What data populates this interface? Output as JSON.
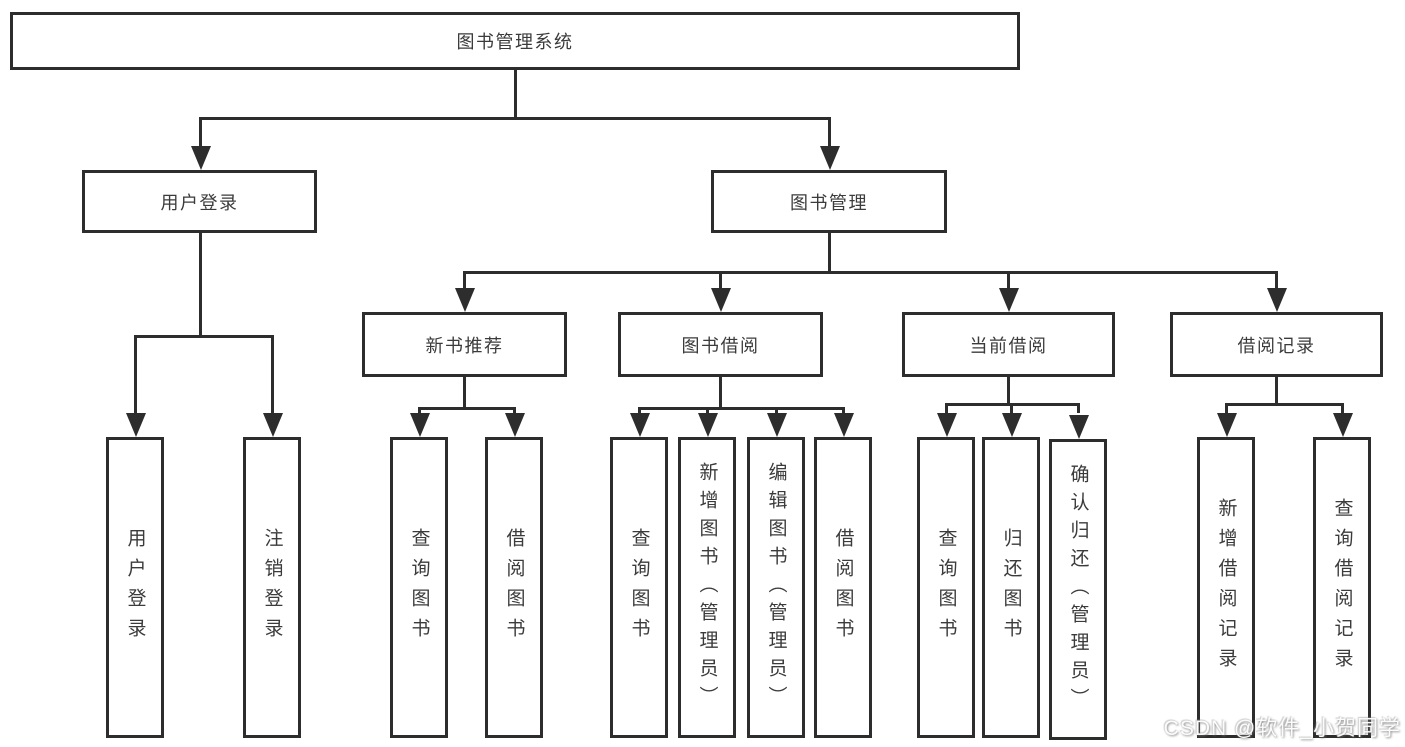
{
  "root": {
    "label": "图书管理系统"
  },
  "branches": [
    {
      "label": "用户登录",
      "children": [
        {
          "label": "用户登录"
        },
        {
          "label": "注销登录"
        }
      ]
    },
    {
      "label": "图书管理",
      "groups": [
        {
          "label": "新书推荐",
          "children": [
            {
              "label": "查询图书"
            },
            {
              "label": "借阅图书"
            }
          ]
        },
        {
          "label": "图书借阅",
          "children": [
            {
              "label": "查询图书"
            },
            {
              "label": "新增图书（管理员）"
            },
            {
              "label": "编辑图书（管理员）"
            },
            {
              "label": "借阅图书"
            }
          ]
        },
        {
          "label": "当前借阅",
          "children": [
            {
              "label": "查询图书"
            },
            {
              "label": "归还图书"
            },
            {
              "label": "确认归还（管理员）"
            }
          ]
        },
        {
          "label": "借阅记录",
          "children": [
            {
              "label": "新增借阅记录"
            },
            {
              "label": "查询借阅记录"
            }
          ]
        }
      ]
    }
  ],
  "watermark": "CSDN @软件_小贺同学",
  "colors": {
    "line": "#2d2d2d",
    "text": "#3b3b3b",
    "background": "#ffffff"
  }
}
